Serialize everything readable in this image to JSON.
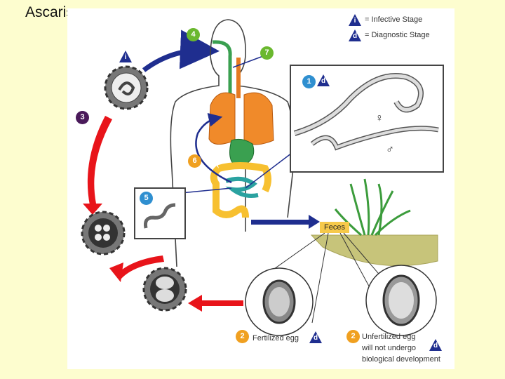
{
  "title": "Ascaris",
  "legend": {
    "infective": {
      "symbol": "i",
      "text": "= Infective Stage"
    },
    "diagnostic": {
      "symbol": "d",
      "text": "= Diagnostic Stage"
    }
  },
  "stages": [
    {
      "number": "1",
      "color": "#2f8fd0",
      "symbol": "d"
    },
    {
      "number": "2",
      "color": "#f0a020",
      "text": "Fertilized egg",
      "symbol": "d"
    },
    {
      "number": "2",
      "color": "#f0a020",
      "text_lines": [
        "Unfertilized egg",
        "will not undergo",
        "biological development"
      ],
      "symbol": "d"
    },
    {
      "number": "3",
      "color": "#4a1a5a"
    },
    {
      "number": "4",
      "color": "#6ab82e"
    },
    {
      "number": "5",
      "color": "#2f8fd0"
    },
    {
      "number": "6",
      "color": "#f0a020"
    },
    {
      "number": "7",
      "color": "#6ab82e"
    }
  ],
  "egg_symbol": "i",
  "feces": "Feces",
  "female_symbol": "♀",
  "male_symbol": "♂",
  "colors": {
    "red_arrow": "#e8141a",
    "blue_arrow": "#1f2e8f",
    "lung": "#f08a2a",
    "digestive": "#3aa050",
    "intestine": "#f7c030",
    "soil": "#c7c47a"
  }
}
